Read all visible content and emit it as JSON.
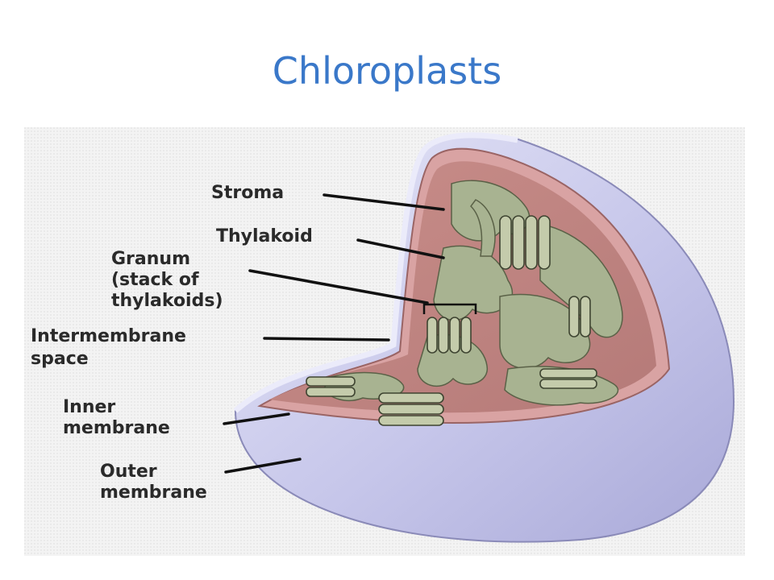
{
  "slide": {
    "title": "Chloroplasts",
    "title_color": "#3a78c9"
  },
  "diagram": {
    "labels": {
      "stroma": "Stroma",
      "thylakoid": "Thylakoid",
      "granum_1": "Granum",
      "granum_2": "(stack of",
      "granum_3": "thylakoids)",
      "intermembrane_1": "Intermembrane",
      "intermembrane_2": "space",
      "inner_1": "Inner",
      "inner_2": "membrane",
      "outer_1": "Outer",
      "outer_2": "membrane"
    },
    "colors": {
      "outer_membrane": "#c7c7ea",
      "inner_membrane": "#c98d8d",
      "stroma": "#c78a86",
      "thylakoid": "#a9b592",
      "background": "#f2f2f2"
    }
  }
}
